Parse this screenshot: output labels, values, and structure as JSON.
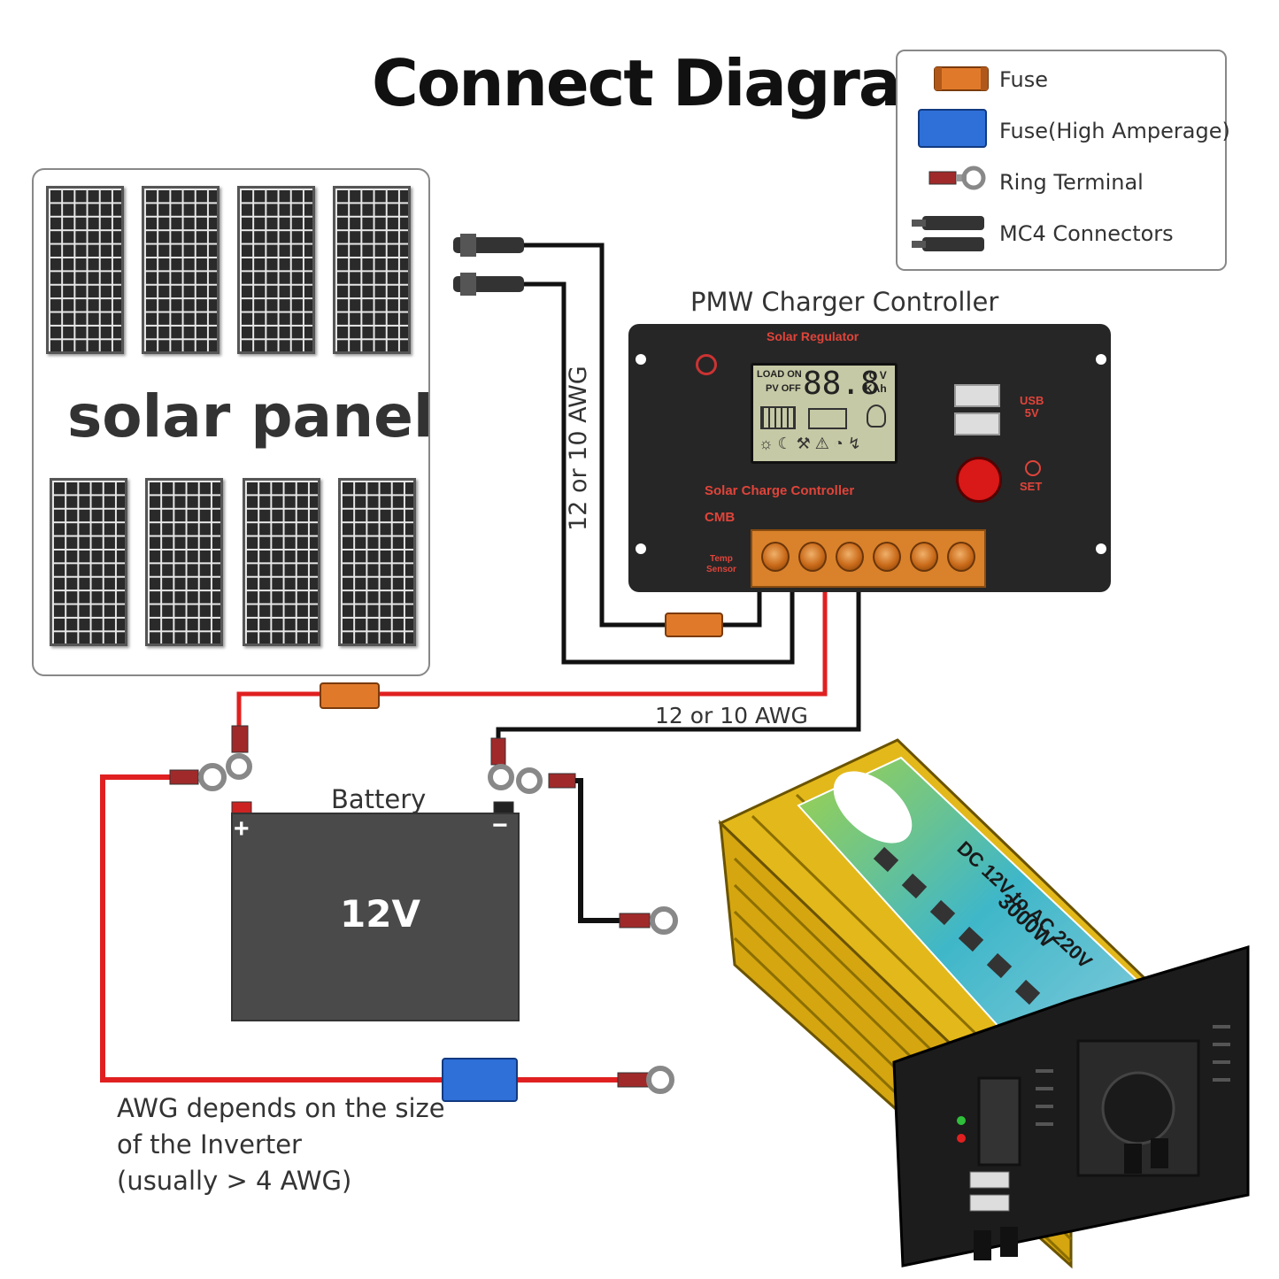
{
  "title": "Connect Diagram",
  "legend": {
    "items": [
      {
        "label": "Fuse",
        "icon": "fuse-icon",
        "color": "#e07a2a"
      },
      {
        "label": "Fuse(High Amperage)",
        "icon": "fuse-high-amperage-icon",
        "color": "#2e6fd8"
      },
      {
        "label": "Ring Terminal",
        "icon": "ring-terminal-icon"
      },
      {
        "label": "MC4 Connectors",
        "icon": "mc4-connector-icon"
      }
    ]
  },
  "solar_panel": {
    "label": "solar panel"
  },
  "controller": {
    "caption": "PMW Charger Controller",
    "brand_top": "Solar Regulator",
    "model_label": "Solar Charge Controller",
    "cmb": "CMB",
    "temp_sensor": "Temp\nSensor",
    "usb_label": "USB\n5V",
    "set_label": "SET",
    "lcd_load_on": "LOAD ON",
    "lcd_pv_off": "PV OFF",
    "lcd_digits": "88.8",
    "lcd_units": "°C V\nKAh"
  },
  "wires": {
    "awg_vertical": "12 or 10 AWG",
    "awg_horizontal": "12 or 10 AWG",
    "positive_color": "#e02020",
    "negative_color": "#111111"
  },
  "battery": {
    "label": "Battery",
    "voltage": "12V",
    "positive": "+",
    "negative": "−"
  },
  "inverter": {
    "note_line1": "AWG depends on the size",
    "note_line2": "of the Inverter",
    "note_line3": "(usually  > 4 AWG)",
    "spec_line1": "DC 12V to AC 220V",
    "spec_line2": "3000W",
    "body_color": "#e3b81a"
  }
}
